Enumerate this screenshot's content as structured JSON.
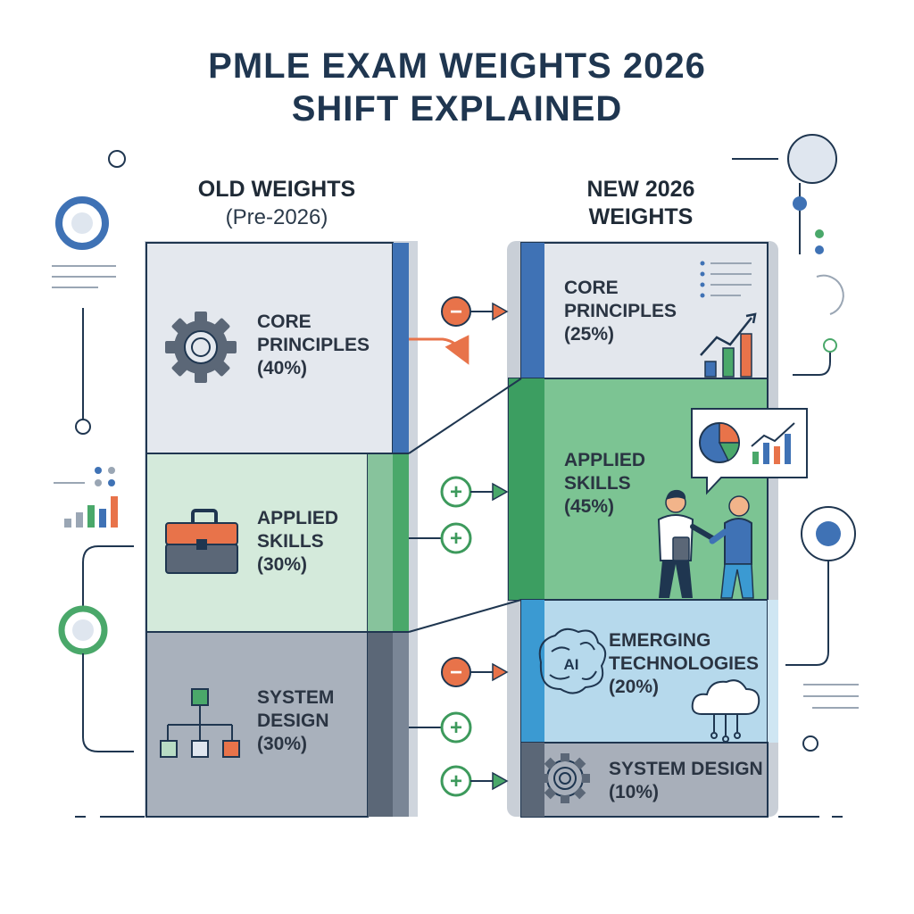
{
  "title": {
    "line1": "PMLE EXAM WEIGHTS 2026",
    "line2": "SHIFT EXPLAINED"
  },
  "old_column": {
    "heading": "OLD WEIGHTS",
    "subheading": "(Pre-2026)",
    "blocks": [
      {
        "name": "CORE PRINCIPLES",
        "pct": "(40%)",
        "value": 40,
        "color": "#e4e8ee",
        "accent": "#3f72b5",
        "icon": "gear-icon"
      },
      {
        "name": "APPLIED SKILLS",
        "pct": "(30%)",
        "value": 30,
        "color": "#d4eadb",
        "accent": "#4aa86a",
        "icon": "toolbox-icon"
      },
      {
        "name": "SYSTEM DESIGN",
        "pct": "(30%)",
        "value": 30,
        "color": "#a9b1bc",
        "accent": "#5b6777",
        "icon": "hierarchy-icon"
      }
    ]
  },
  "new_column": {
    "heading_line1": "NEW 2026",
    "heading_line2": "WEIGHTS",
    "blocks": [
      {
        "name": "CORE PRINCIPLES",
        "pct": "(25%)",
        "value": 25,
        "color": "#e3e7ed",
        "accent": "#3f72b5",
        "icon": "growth-chart-icon"
      },
      {
        "name": "APPLIED SKILLS",
        "pct": "(45%)",
        "value": 45,
        "color": "#7cc493",
        "accent": "#3c9e61",
        "icon": "people-handshake-icon"
      },
      {
        "name": "EMERGING TECHNOLOGIES",
        "pct": "(20%)",
        "value": 20,
        "color": "#b6d9ec",
        "accent": "#3b9ad2",
        "icon": "ai-brain-icon"
      },
      {
        "name": "SYSTEM DESIGN",
        "pct": "(10%)",
        "value": 10,
        "color": "#a8afba",
        "accent": "#5b6777",
        "icon": "gear-icon"
      }
    ]
  },
  "change_markers": [
    {
      "sign": "−",
      "kind": "decrease",
      "color": "#e8734a"
    },
    {
      "sign": "+",
      "kind": "increase",
      "color": "#3d9a5c"
    },
    {
      "sign": "+",
      "kind": "increase",
      "color": "#3d9a5c"
    },
    {
      "sign": "−",
      "kind": "decrease",
      "color": "#e8734a"
    },
    {
      "sign": "+",
      "kind": "increase",
      "color": "#3d9a5c"
    },
    {
      "sign": "+",
      "kind": "increase",
      "color": "#3d9a5c"
    }
  ],
  "icons": {
    "ai_label": "AI"
  }
}
